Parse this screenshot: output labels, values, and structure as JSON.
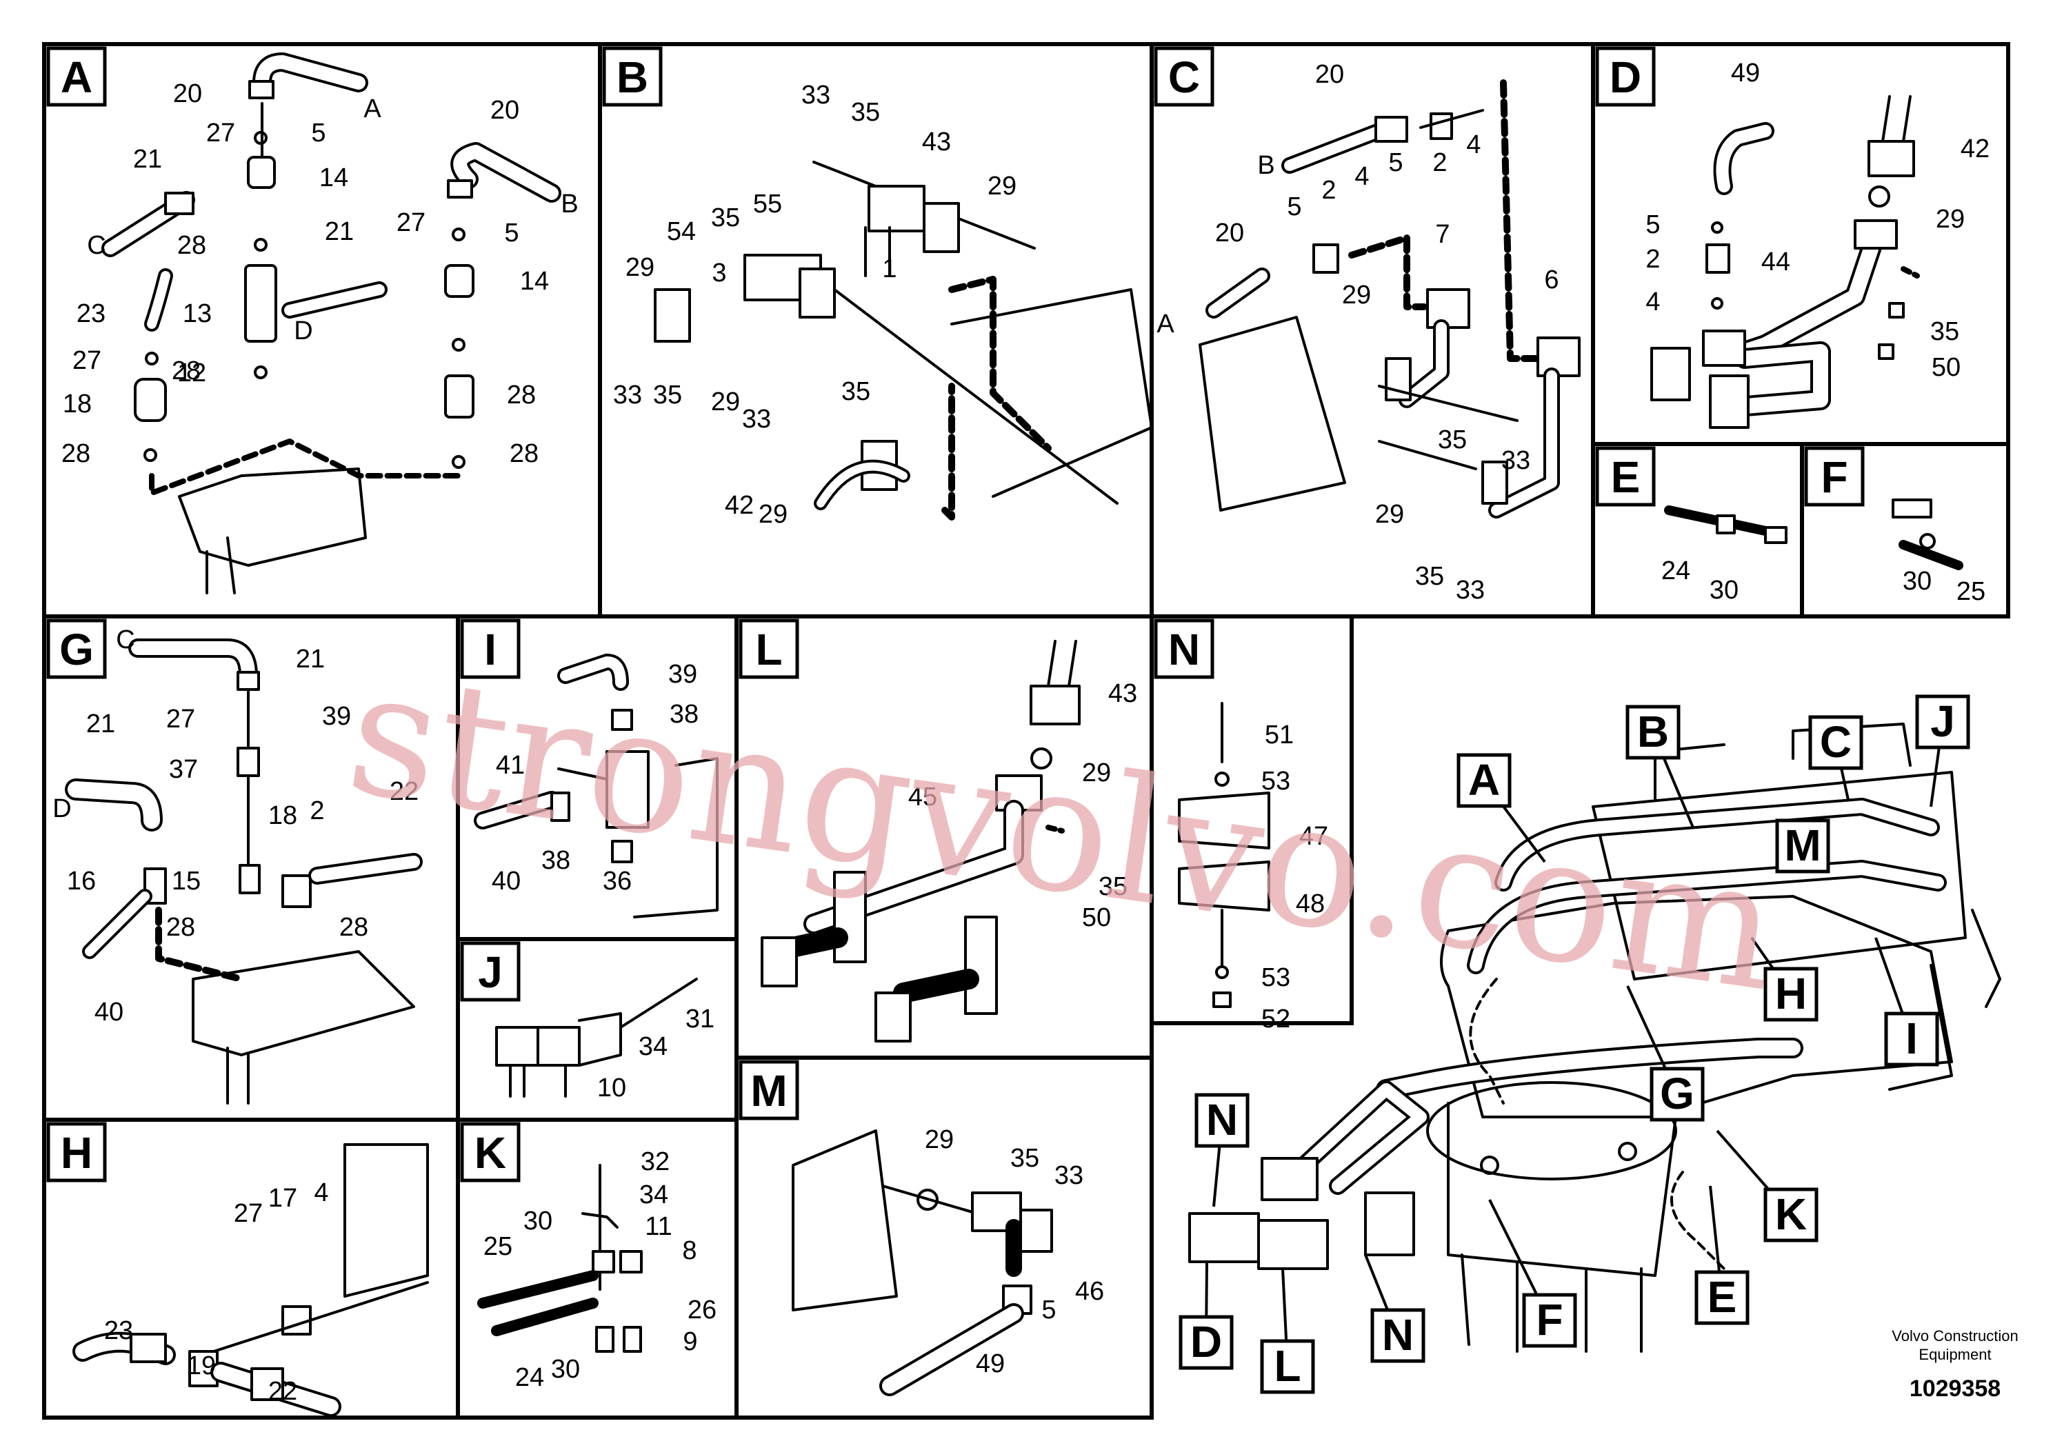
{
  "panels": [
    {
      "id": "A",
      "labels": [
        "20",
        "A",
        "27",
        "5",
        "21",
        "14",
        "C",
        "28",
        "20",
        "B",
        "21",
        "27",
        "5",
        "D",
        "14",
        "23",
        "13",
        "27",
        "28",
        "28",
        "18",
        "12",
        "28",
        "28"
      ]
    },
    {
      "id": "B",
      "labels": [
        "33",
        "35",
        "43",
        "35",
        "55",
        "29",
        "54",
        "29",
        "3",
        "1",
        "33",
        "35",
        "29",
        "33",
        "35",
        "42",
        "29"
      ]
    },
    {
      "id": "C",
      "labels": [
        "20",
        "B",
        "5",
        "2",
        "4",
        "20",
        "5",
        "2",
        "4",
        "7",
        "6",
        "A",
        "29",
        "35",
        "33",
        "29",
        "35",
        "33"
      ]
    },
    {
      "id": "D",
      "labels": [
        "49",
        "42",
        "5",
        "29",
        "2",
        "44",
        "4",
        "35",
        "50"
      ]
    },
    {
      "id": "E",
      "labels": [
        "24",
        "30"
      ]
    },
    {
      "id": "F",
      "labels": [
        "30",
        "25"
      ]
    },
    {
      "id": "G",
      "labels": [
        "C",
        "21",
        "21",
        "27",
        "39",
        "37",
        "22",
        "D",
        "18",
        "2",
        "16",
        "15",
        "28",
        "28",
        "40"
      ]
    },
    {
      "id": "I",
      "labels": [
        "39",
        "38",
        "41",
        "40",
        "38",
        "36"
      ]
    },
    {
      "id": "L",
      "labels": [
        "43",
        "29",
        "45",
        "35",
        "50"
      ]
    },
    {
      "id": "N",
      "labels": [
        "51",
        "53",
        "47",
        "48",
        "53",
        "52"
      ]
    },
    {
      "id": "J",
      "labels": [
        "31",
        "34",
        "10"
      ]
    },
    {
      "id": "M",
      "labels": [
        "29",
        "35",
        "33",
        "46",
        "5",
        "49"
      ]
    },
    {
      "id": "H",
      "labels": [
        "17",
        "4",
        "27",
        "23",
        "19",
        "22"
      ]
    },
    {
      "id": "K",
      "labels": [
        "32",
        "34",
        "11",
        "30",
        "8",
        "25",
        "26",
        "9",
        "24",
        "30"
      ]
    }
  ],
  "overview_callouts": [
    "B",
    "C",
    "J",
    "A",
    "M",
    "H",
    "I",
    "G",
    "K",
    "E",
    "F",
    "N",
    "N",
    "D",
    "L"
  ],
  "watermark": "strongvolvo.com",
  "footer": {
    "company_line1": "Volvo Construction",
    "company_line2": "Equipment",
    "drawing_number": "1029358"
  }
}
